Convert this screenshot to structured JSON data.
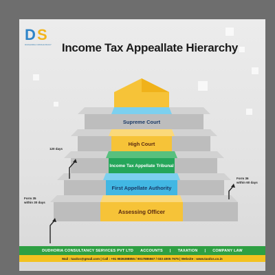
{
  "title": "Income Tax Appeallate Hierarchy",
  "logo": {
    "letter1": "D",
    "letter2": "S",
    "tagline": "DUDHORIA CONSULTANCY"
  },
  "levels": [
    {
      "label": "Supreme Court",
      "color": "#42b7e3"
    },
    {
      "label": "High Court",
      "color": "#f6c338"
    },
    {
      "label": "Income Tax Appellate Tribunal",
      "color": "#25a65a"
    },
    {
      "label": "First Appellate Authority",
      "color": "#42b7e3"
    },
    {
      "label": "Assessing Officer",
      "color": "#f6c338"
    }
  ],
  "annotations": {
    "high_court": "120 days",
    "tribunal": "Form 36\nwithin 60 days",
    "first_appellate": "Form 35\nwithin 30 days"
  },
  "footer": {
    "company": "DUDHORIA CONSULTANCY SERVICES PVT LTD",
    "services": [
      "ACCOUNTS",
      "TAXATION",
      "COMPANY LAW"
    ],
    "contact": "Mail : taxdcs@gmail.com | Call : +91 9836388855 / 9017885567 / 033 4005 7675 | Website : www.taxdcs.co.in"
  }
}
